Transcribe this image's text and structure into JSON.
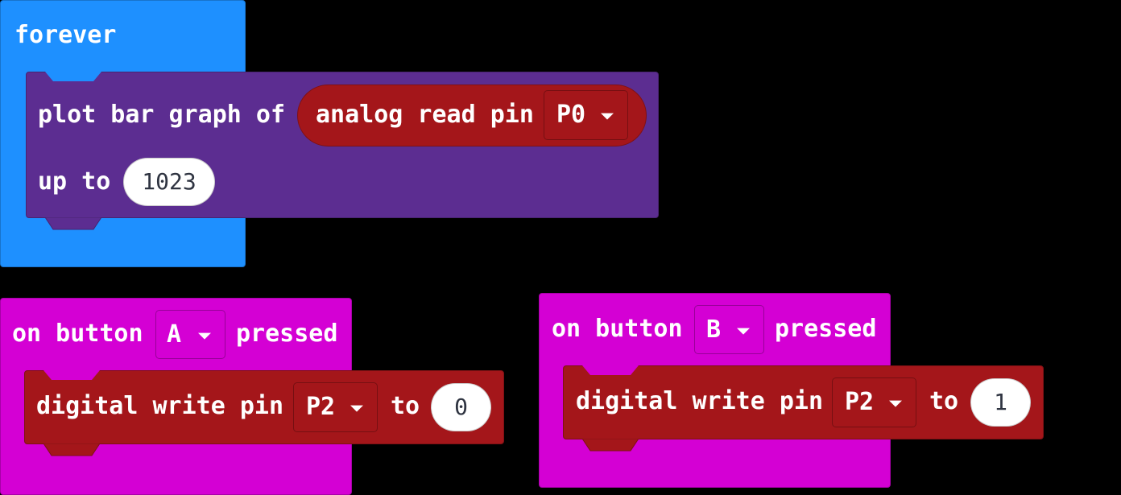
{
  "colors": {
    "background": "#000000",
    "loops": "#1e90ff",
    "led": "#5c2d91",
    "pins": "#a4161a",
    "input": "#d400d4",
    "number_text": "#2f3441"
  },
  "forever_block": {
    "label": "forever",
    "plot_block": {
      "label": "plot bar graph of",
      "up_to_label": "up to",
      "up_to_value": "1023",
      "analog_read": {
        "label": "analog read pin",
        "pin": "P0"
      }
    }
  },
  "button_a_block": {
    "prefix": "on button",
    "button": "A",
    "suffix": "pressed",
    "write": {
      "label": "digital write pin",
      "pin": "P2",
      "to_label": "to",
      "value": "0"
    }
  },
  "button_b_block": {
    "prefix": "on button",
    "button": "B",
    "suffix": "pressed",
    "write": {
      "label": "digital write pin",
      "pin": "P2",
      "to_label": "to",
      "value": "1"
    }
  },
  "icons": {
    "dropdown": "caret-down-icon",
    "notch": "puzzle-notch"
  }
}
